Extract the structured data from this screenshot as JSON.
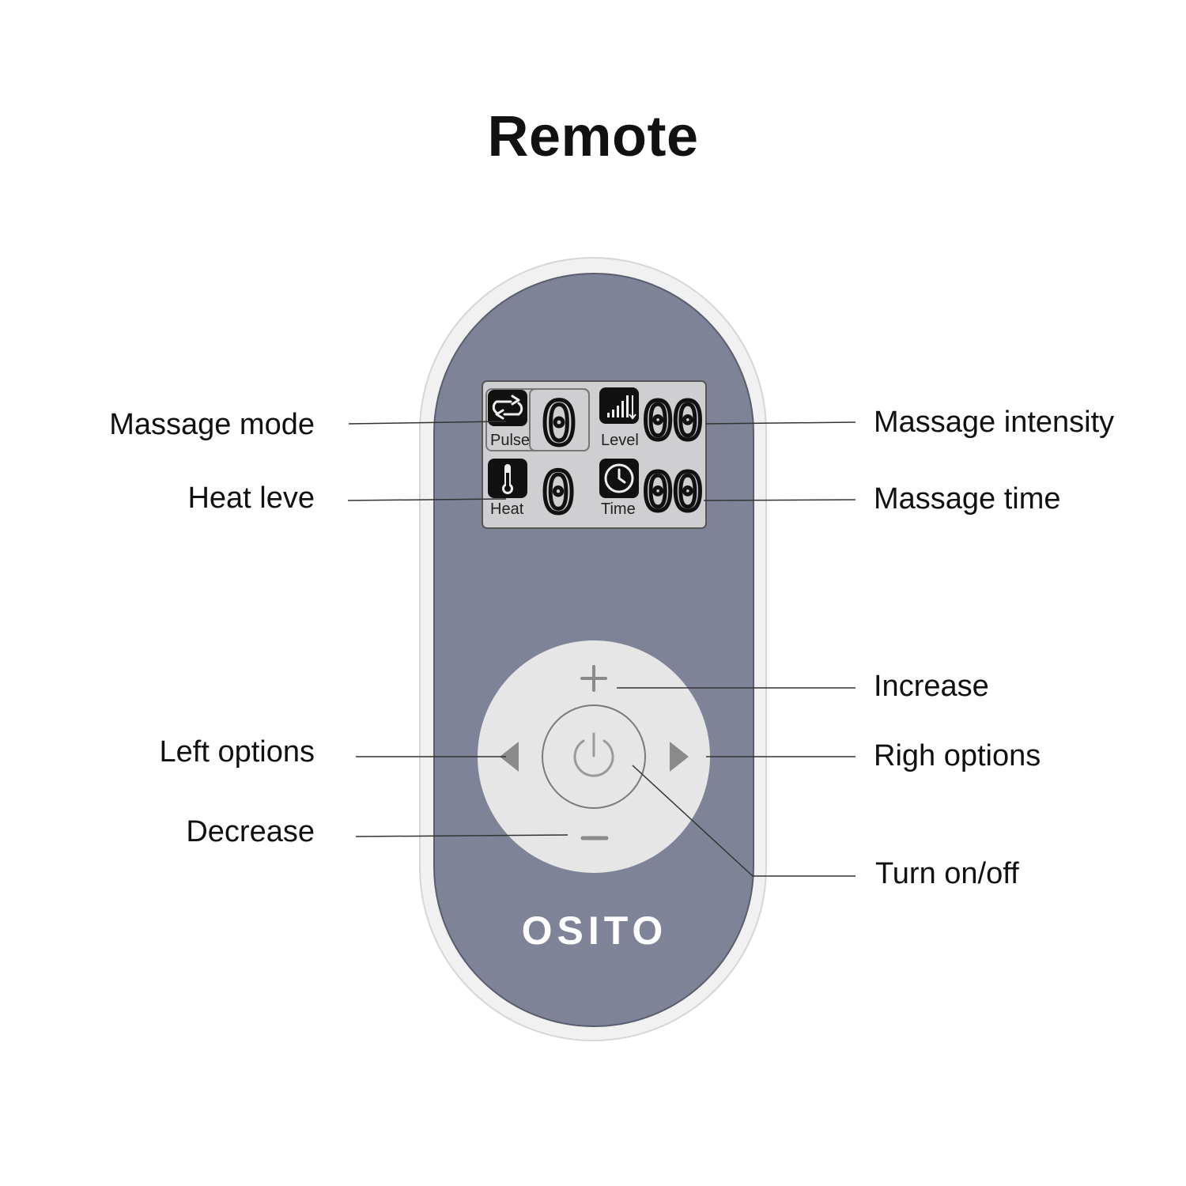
{
  "title": "Remote",
  "brand": "OSITO",
  "colors": {
    "body": "#7e8398",
    "shell": "#f1f1f1",
    "lcd": "#cfcfd1",
    "dpad": "#e6e6e6"
  },
  "lcd": {
    "pulse_label": "Pulse",
    "pulse_value": "0",
    "level_label": "Level",
    "level_value": "00",
    "heat_label": "Heat",
    "heat_value": "0",
    "time_label": "Time",
    "time_value": "00"
  },
  "buttons": {
    "increase_symbol": "+",
    "decrease_symbol": "−"
  },
  "callouts": {
    "massage_mode": "Massage mode",
    "heat_level": "Heat leve",
    "left_options": "Left options",
    "decrease": "Decrease",
    "massage_intensity": "Massage intensity",
    "massage_time": "Massage time",
    "increase": "Increase",
    "right_options": "Righ options",
    "turn_on_off": "Turn on/off"
  }
}
